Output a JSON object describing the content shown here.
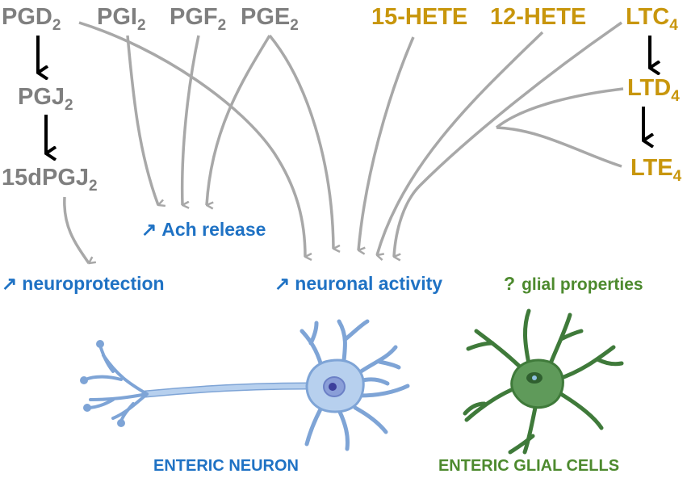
{
  "colors": {
    "prostanoid": "#7f7f7f",
    "eicosanoid": "#c8960c",
    "effect": "#1f72c4",
    "glial": "#4d8a2e",
    "arrow_gray": "#a8a8a8",
    "arrow_black": "#000000",
    "neuron_fill": "#b7d0ee",
    "neuron_stroke": "#7ea4d6",
    "glia_fill": "#5f9a5a",
    "glia_stroke": "#3f7a3a"
  },
  "mediators": {
    "pgd2": {
      "base": "PGD",
      "sub": "2"
    },
    "pgi2": {
      "base": "PGI",
      "sub": "2"
    },
    "pgf2": {
      "base": "PGF",
      "sub": "2"
    },
    "pge2": {
      "base": "PGE",
      "sub": "2"
    },
    "pgj2": {
      "base": "PGJ",
      "sub": "2"
    },
    "dpgj2": {
      "base": "15dPGJ",
      "sub": "2"
    },
    "hete15": {
      "text": "15-HETE"
    },
    "hete12": {
      "text": "12-HETE"
    },
    "ltc4": {
      "base": "LTC",
      "sub": "4"
    },
    "ltd4": {
      "base": "LTD",
      "sub": "4"
    },
    "lte4": {
      "base": "LTE",
      "sub": "4"
    }
  },
  "effects": {
    "ach": {
      "arrow": "↗",
      "text": "Ach release"
    },
    "neuroprotection": {
      "arrow": "↗",
      "text": "neuroprotection"
    },
    "neuronal": {
      "arrow": "↗",
      "text": "neuronal activity"
    },
    "glial": {
      "mark": "?",
      "text": "glial properties"
    }
  },
  "cells": {
    "neuron": "ENTERIC NEURON",
    "glia": "ENTERIC GLIAL CELLS"
  }
}
